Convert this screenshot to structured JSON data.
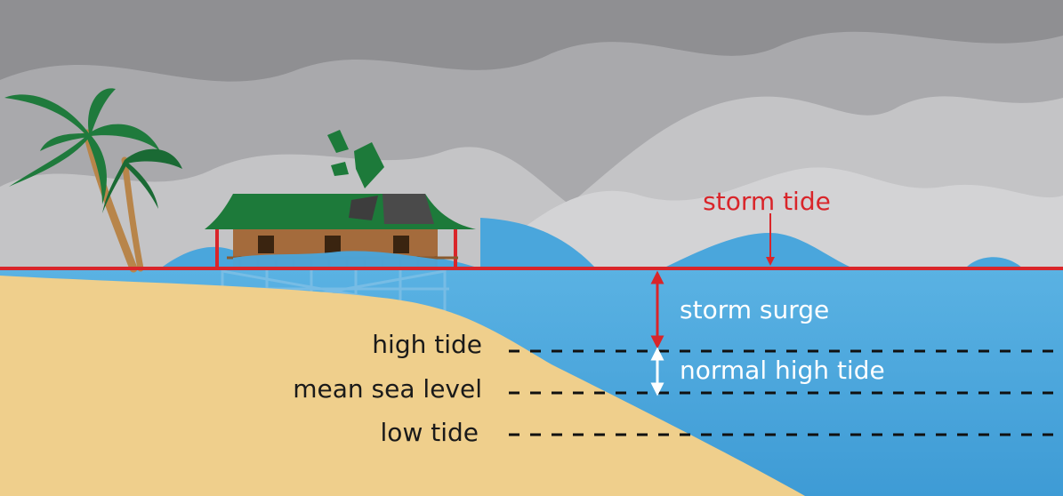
{
  "labels": {
    "storm_tide": "storm tide",
    "storm_surge": "storm surge",
    "normal_high_tide": "normal high tide",
    "high_tide": "high tide",
    "mean_sea_level": "mean sea level",
    "low_tide": "low tide"
  },
  "colors": {
    "sky_dark": "#8f8f92",
    "cloud_mid": "#a9a9ac",
    "cloud_light": "#c4c4c6",
    "sea": "#4aa6dc",
    "sea_light": "#6cc0ea",
    "sand": "#efcf8c",
    "storm_line": "#d9252a",
    "tide_line": "#111111",
    "roof": "#1d7a3a",
    "house_wall": "#a46b3c"
  },
  "icons": [
    "palm-tree-icon",
    "house-icon",
    "roof-debris-icon",
    "wave-icon"
  ]
}
